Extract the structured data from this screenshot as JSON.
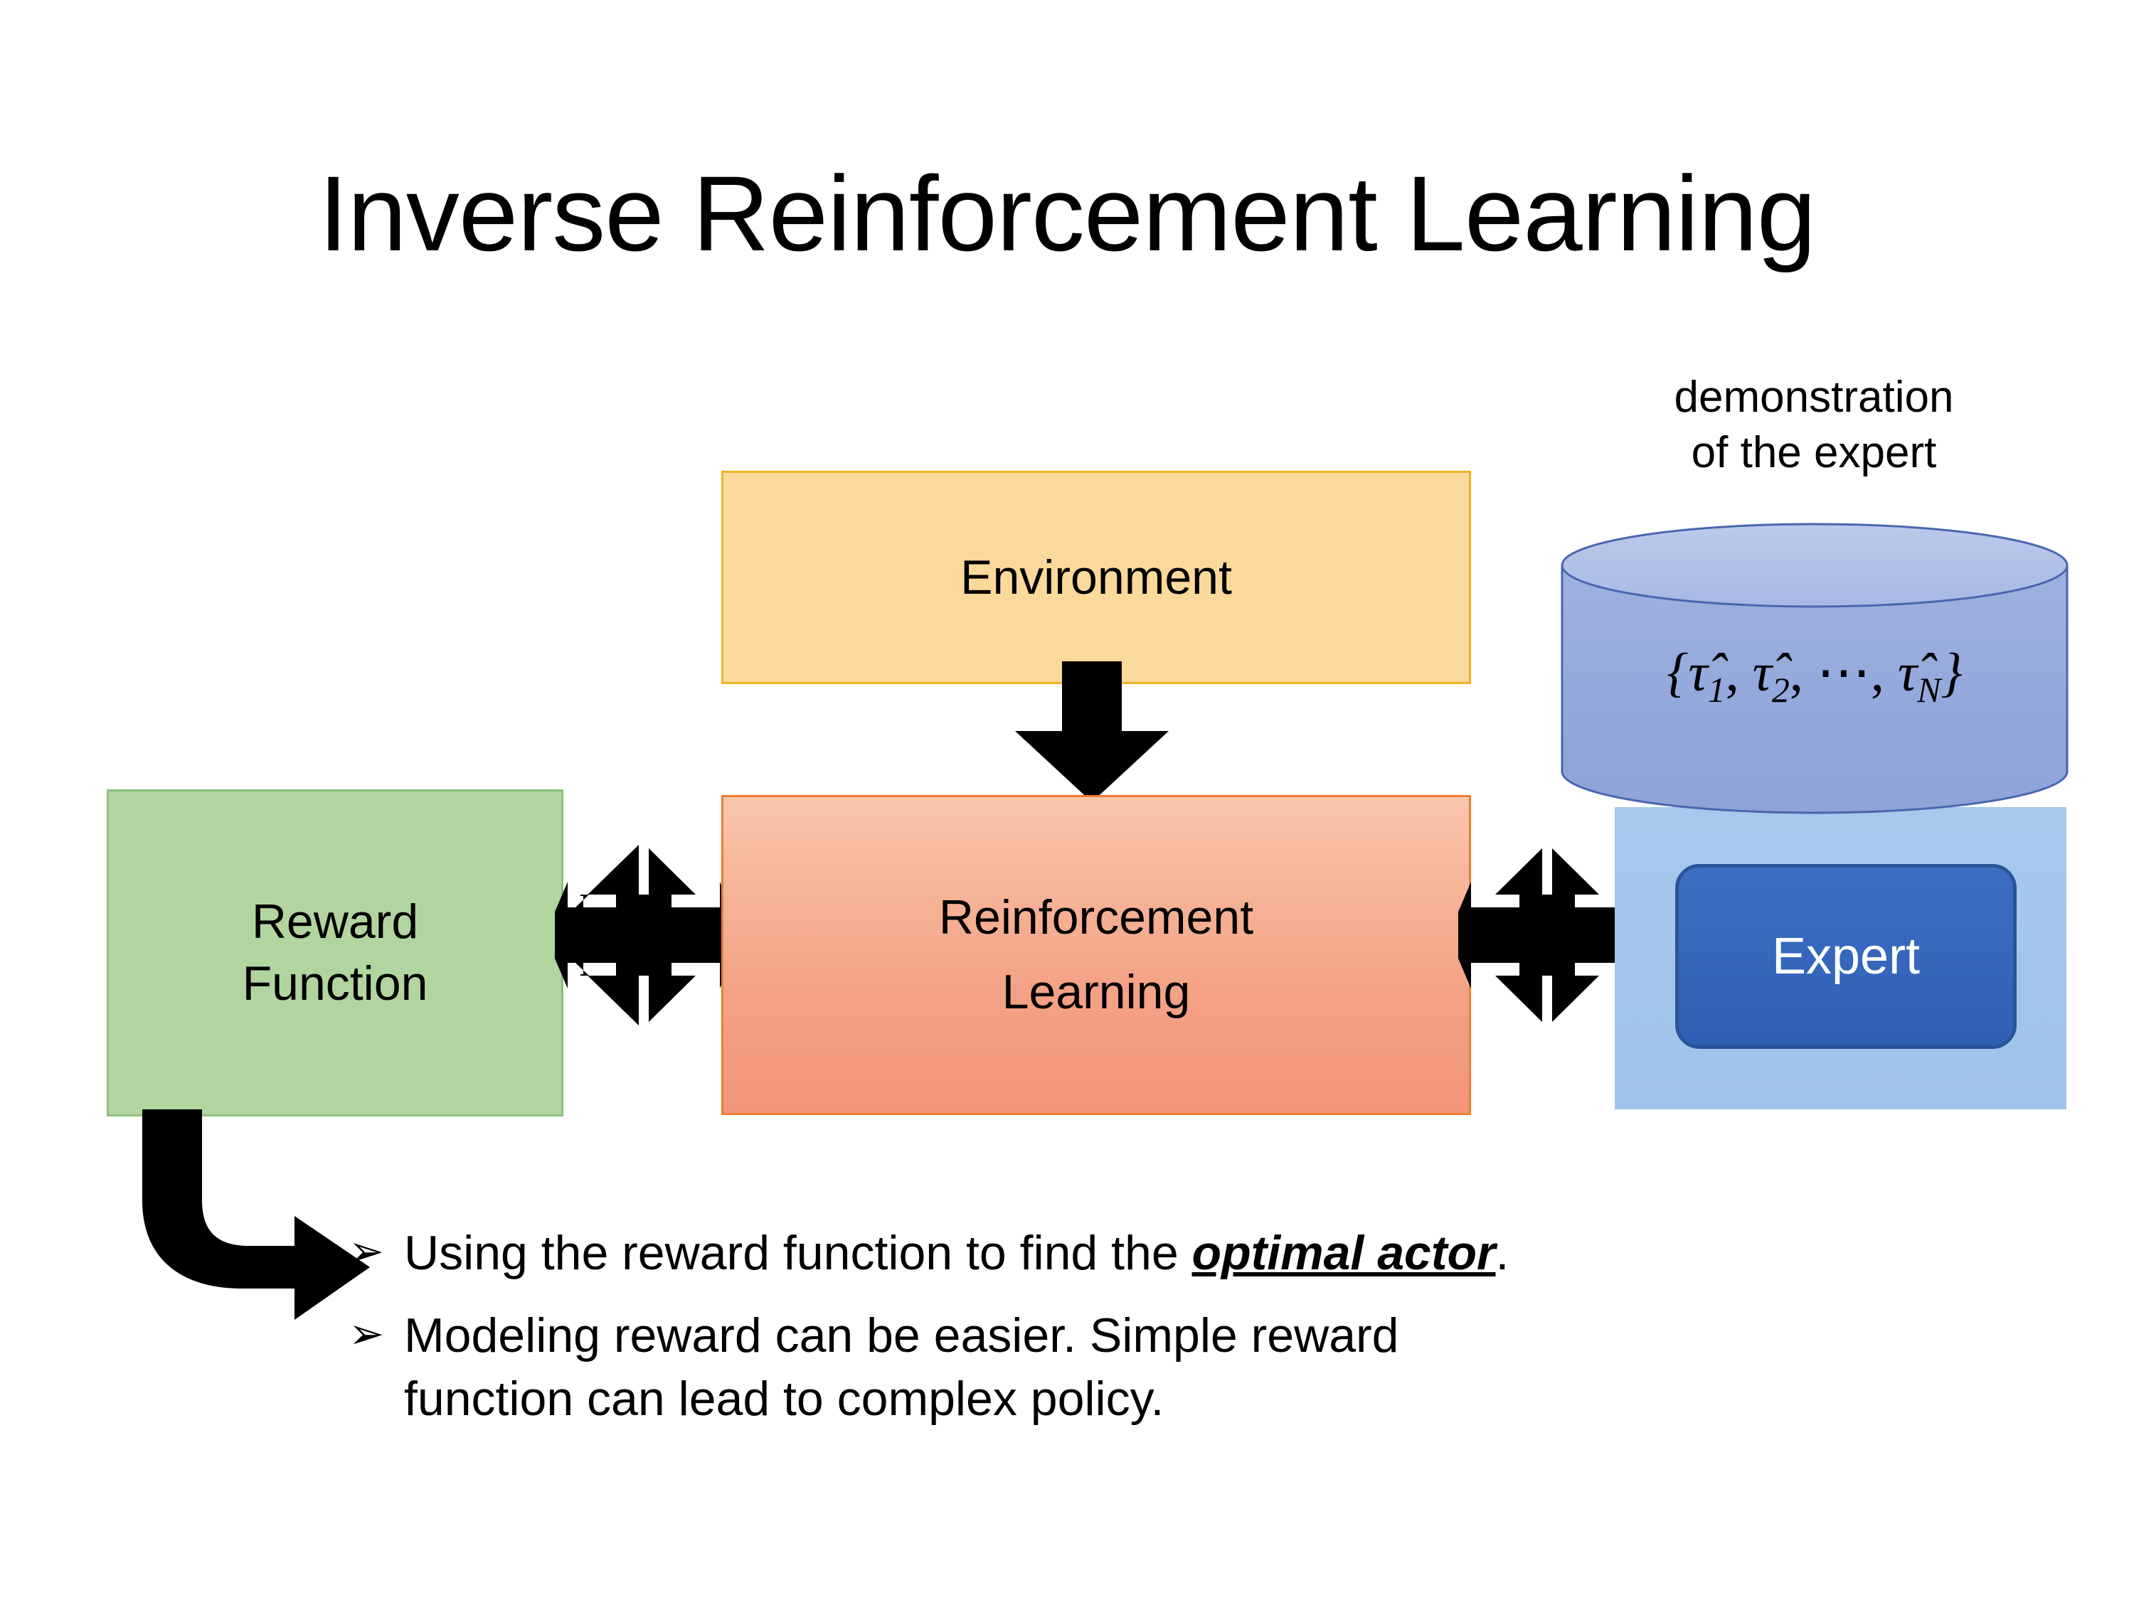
{
  "slide": {
    "title": "Inverse Reinforcement Learning",
    "background_color": "#FFFFFF"
  },
  "diagram": {
    "nodes": [
      {
        "id": "environment",
        "label": "Environment",
        "fill_color": "#FBD99A",
        "border_color": "#F0B323"
      },
      {
        "id": "reward-function",
        "label_line1": "Reward",
        "label_line2": "Function",
        "fill_color": "#B2D5A0",
        "border_color": "#8EC07C"
      },
      {
        "id": "reinforcement-learning",
        "label_line1": "Reinforcement",
        "label_line2": "Learning",
        "fill_color": "#F4A286",
        "border_color": "#ED7D31"
      },
      {
        "id": "expert",
        "label": "Expert",
        "fill_color": "#2F5FB5",
        "border_color": "#2A5499",
        "text_color": "#FFFFFF"
      }
    ],
    "demonstration": {
      "caption_line1": "demonstration",
      "caption_line2": "of the expert",
      "cylinder_fill_color": "#93A8DB",
      "cylinder_top_color": "#B4C4E8",
      "backing_fill_color": "#A6C9EC",
      "trajectory_set": {
        "open_brace": "{",
        "item1": "τ̂",
        "item1_sub": "1",
        "sep1": ", ",
        "item2": "τ̂",
        "item2_sub": "2",
        "sep2": ", ⋯, ",
        "itemN": "τ̂",
        "itemN_sub": "N",
        "close_brace": "}"
      }
    },
    "connectors": [
      {
        "id": "environment-to-rl",
        "type": "down-arrow",
        "color": "#000000"
      },
      {
        "id": "reward-to-rl",
        "type": "quad-arrow",
        "color": "#000000"
      },
      {
        "id": "rl-to-expert",
        "type": "quad-arrow",
        "color": "#000000"
      },
      {
        "id": "reward-to-bullets",
        "type": "elbow-arrow",
        "color": "#000000"
      }
    ]
  },
  "bullets": [
    {
      "marker": "➢",
      "prefix": "Using the reward function to find the ",
      "emphasis": "optimal actor",
      "suffix": "."
    },
    {
      "marker": "➢",
      "line1": "Modeling reward can be easier. Simple reward",
      "line2": "function can lead to complex policy."
    }
  ]
}
